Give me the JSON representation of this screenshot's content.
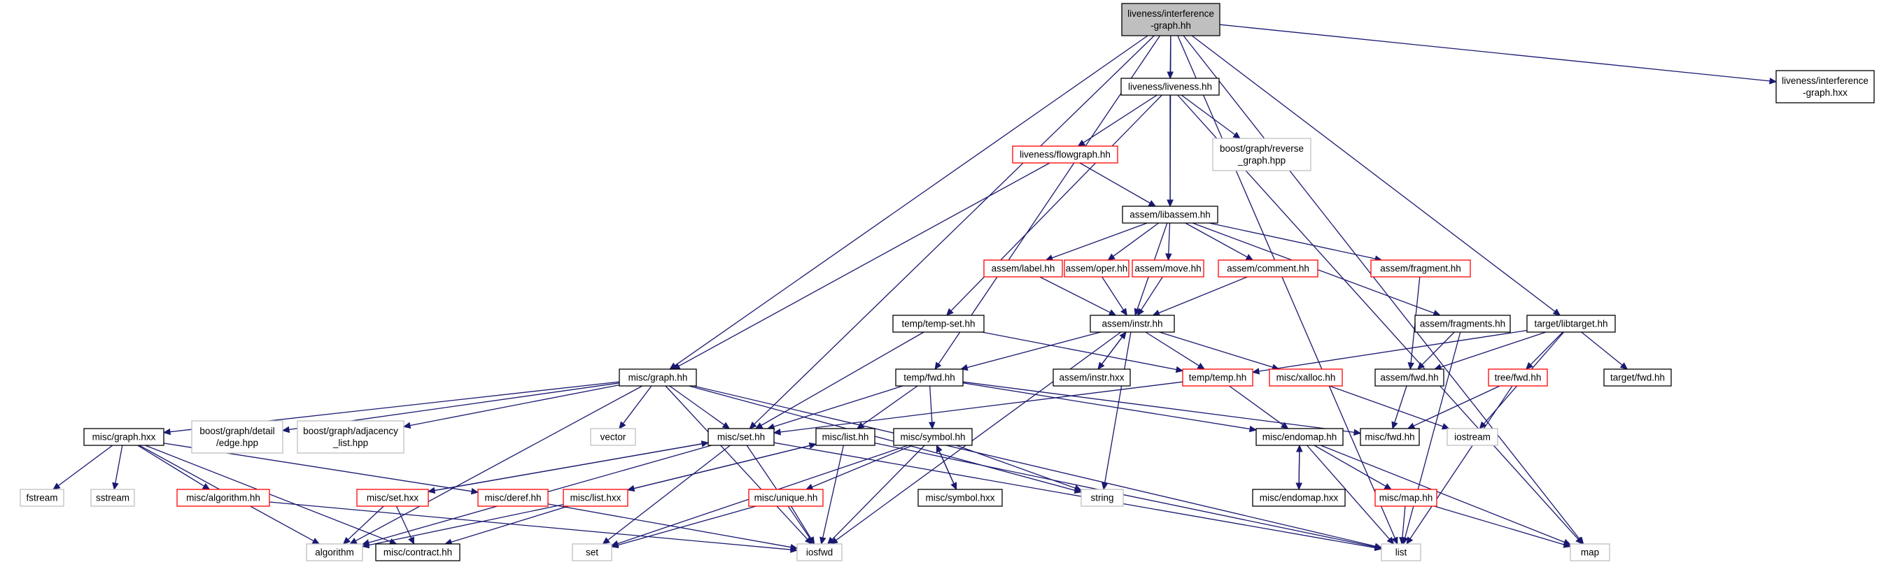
{
  "colors": {
    "edge": "#191970",
    "root_fill": "#bfbfbf",
    "root_border": "#000000",
    "documented_border": "#000000",
    "undocumented_border": "#ff0000",
    "external_border": "#bfbfbf",
    "external_text": "#000000",
    "background": "#ffffff"
  },
  "nodes": [
    {
      "id": "root",
      "lines": [
        "liveness/interference",
        "-graph.hh"
      ],
      "kind": "root"
    },
    {
      "id": "liveness",
      "lines": [
        "liveness/liveness.hh"
      ],
      "kind": "documented"
    },
    {
      "id": "ig_hxx",
      "lines": [
        "liveness/interference",
        "-graph.hxx"
      ],
      "kind": "documented"
    },
    {
      "id": "flowgraph",
      "lines": [
        "liveness/flowgraph.hh"
      ],
      "kind": "incomplete"
    },
    {
      "id": "reverse_graph",
      "lines": [
        "boost/graph/reverse",
        "_graph.hpp"
      ],
      "kind": "external"
    },
    {
      "id": "libassem",
      "lines": [
        "assem/libassem.hh"
      ],
      "kind": "documented"
    },
    {
      "id": "label",
      "lines": [
        "assem/label.hh"
      ],
      "kind": "incomplete"
    },
    {
      "id": "oper",
      "lines": [
        "assem/oper.hh"
      ],
      "kind": "incomplete"
    },
    {
      "id": "move",
      "lines": [
        "assem/move.hh"
      ],
      "kind": "incomplete"
    },
    {
      "id": "comment",
      "lines": [
        "assem/comment.hh"
      ],
      "kind": "incomplete"
    },
    {
      "id": "fragment",
      "lines": [
        "assem/fragment.hh"
      ],
      "kind": "incomplete"
    },
    {
      "id": "temp_set",
      "lines": [
        "temp/temp-set.hh"
      ],
      "kind": "documented"
    },
    {
      "id": "instr",
      "lines": [
        "assem/instr.hh"
      ],
      "kind": "documented"
    },
    {
      "id": "fragments",
      "lines": [
        "assem/fragments.hh"
      ],
      "kind": "documented"
    },
    {
      "id": "libtarget",
      "lines": [
        "target/libtarget.hh"
      ],
      "kind": "documented"
    },
    {
      "id": "misc_graph",
      "lines": [
        "misc/graph.hh"
      ],
      "kind": "documented"
    },
    {
      "id": "temp_fwd",
      "lines": [
        "temp/fwd.hh"
      ],
      "kind": "documented"
    },
    {
      "id": "instr_hxx",
      "lines": [
        "assem/instr.hxx"
      ],
      "kind": "documented"
    },
    {
      "id": "temp_hh",
      "lines": [
        "temp/temp.hh"
      ],
      "kind": "incomplete"
    },
    {
      "id": "xalloc",
      "lines": [
        "misc/xalloc.hh"
      ],
      "kind": "incomplete"
    },
    {
      "id": "assem_fwd",
      "lines": [
        "assem/fwd.hh"
      ],
      "kind": "documented"
    },
    {
      "id": "tree_fwd",
      "lines": [
        "tree/fwd.hh"
      ],
      "kind": "incomplete"
    },
    {
      "id": "target_fwd",
      "lines": [
        "target/fwd.hh"
      ],
      "kind": "documented"
    },
    {
      "id": "graph_hxx",
      "lines": [
        "misc/graph.hxx"
      ],
      "kind": "documented"
    },
    {
      "id": "edge",
      "lines": [
        "boost/graph/detail",
        "/edge.hpp"
      ],
      "kind": "external"
    },
    {
      "id": "adjacency",
      "lines": [
        "boost/graph/adjacency",
        "_list.hpp"
      ],
      "kind": "external"
    },
    {
      "id": "vector",
      "lines": [
        "vector"
      ],
      "kind": "external"
    },
    {
      "id": "misc_set",
      "lines": [
        "misc/set.hh"
      ],
      "kind": "documented"
    },
    {
      "id": "misc_list",
      "lines": [
        "misc/list.hh"
      ],
      "kind": "documented"
    },
    {
      "id": "misc_symbol",
      "lines": [
        "misc/symbol.hh"
      ],
      "kind": "documented"
    },
    {
      "id": "endomap",
      "lines": [
        "misc/endomap.hh"
      ],
      "kind": "documented"
    },
    {
      "id": "misc_fwd",
      "lines": [
        "misc/fwd.hh"
      ],
      "kind": "documented"
    },
    {
      "id": "iostream",
      "lines": [
        "iostream"
      ],
      "kind": "external"
    },
    {
      "id": "fstream",
      "lines": [
        "fstream"
      ],
      "kind": "external"
    },
    {
      "id": "sstream",
      "lines": [
        "sstream"
      ],
      "kind": "external"
    },
    {
      "id": "algorithm_hh",
      "lines": [
        "misc/algorithm.hh"
      ],
      "kind": "incomplete"
    },
    {
      "id": "set_hxx",
      "lines": [
        "misc/set.hxx"
      ],
      "kind": "incomplete"
    },
    {
      "id": "deref",
      "lines": [
        "misc/deref.hh"
      ],
      "kind": "incomplete"
    },
    {
      "id": "list_hxx",
      "lines": [
        "misc/list.hxx"
      ],
      "kind": "incomplete"
    },
    {
      "id": "unique",
      "lines": [
        "misc/unique.hh"
      ],
      "kind": "incomplete"
    },
    {
      "id": "symbol_hxx",
      "lines": [
        "misc/symbol.hxx"
      ],
      "kind": "documented"
    },
    {
      "id": "string",
      "lines": [
        "string"
      ],
      "kind": "external"
    },
    {
      "id": "endomap_hxx",
      "lines": [
        "misc/endomap.hxx"
      ],
      "kind": "documented"
    },
    {
      "id": "misc_map",
      "lines": [
        "misc/map.hh"
      ],
      "kind": "incomplete"
    },
    {
      "id": "algorithm",
      "lines": [
        "algorithm"
      ],
      "kind": "external"
    },
    {
      "id": "contract",
      "lines": [
        "misc/contract.hh"
      ],
      "kind": "documented"
    },
    {
      "id": "set",
      "lines": [
        "set"
      ],
      "kind": "external"
    },
    {
      "id": "iosfwd",
      "lines": [
        "iosfwd"
      ],
      "kind": "external"
    },
    {
      "id": "list",
      "lines": [
        "list"
      ],
      "kind": "external"
    },
    {
      "id": "map",
      "lines": [
        "map"
      ],
      "kind": "external"
    }
  ],
  "edges": [
    [
      "root",
      "liveness"
    ],
    [
      "root",
      "ig_hxx"
    ],
    [
      "root",
      "misc_graph"
    ],
    [
      "root",
      "misc_set"
    ],
    [
      "root",
      "temp_fwd"
    ],
    [
      "root",
      "libassem"
    ],
    [
      "root",
      "libtarget"
    ],
    [
      "root",
      "list"
    ],
    [
      "root",
      "map"
    ],
    [
      "liveness",
      "flowgraph"
    ],
    [
      "liveness",
      "reverse_graph"
    ],
    [
      "liveness",
      "libassem"
    ],
    [
      "liveness",
      "temp_set"
    ],
    [
      "liveness",
      "map"
    ],
    [
      "flowgraph",
      "libassem"
    ],
    [
      "flowgraph",
      "misc_graph"
    ],
    [
      "libassem",
      "label"
    ],
    [
      "libassem",
      "oper"
    ],
    [
      "libassem",
      "move"
    ],
    [
      "libassem",
      "comment"
    ],
    [
      "libassem",
      "fragment"
    ],
    [
      "libassem",
      "instr"
    ],
    [
      "libassem",
      "fragments"
    ],
    [
      "label",
      "instr"
    ],
    [
      "oper",
      "instr"
    ],
    [
      "move",
      "instr"
    ],
    [
      "comment",
      "instr"
    ],
    [
      "fragment",
      "assem_fwd"
    ],
    [
      "fragments",
      "assem_fwd"
    ],
    [
      "fragments",
      "list"
    ],
    [
      "temp_set",
      "misc_set"
    ],
    [
      "temp_set",
      "temp_hh"
    ],
    [
      "instr",
      "instr_hxx"
    ],
    [
      "instr",
      "temp_fwd"
    ],
    [
      "instr",
      "temp_hh"
    ],
    [
      "instr",
      "xalloc"
    ],
    [
      "instr",
      "string"
    ],
    [
      "instr",
      "iosfwd"
    ],
    [
      "instr_hxx",
      "instr"
    ],
    [
      "libtarget",
      "temp_hh"
    ],
    [
      "libtarget",
      "assem_fwd"
    ],
    [
      "libtarget",
      "tree_fwd"
    ],
    [
      "libtarget",
      "target_fwd"
    ],
    [
      "libtarget",
      "iostream"
    ],
    [
      "misc_graph",
      "graph_hxx"
    ],
    [
      "misc_graph",
      "edge"
    ],
    [
      "misc_graph",
      "adjacency"
    ],
    [
      "misc_graph",
      "vector"
    ],
    [
      "misc_graph",
      "misc_set"
    ],
    [
      "misc_graph",
      "string"
    ],
    [
      "misc_graph",
      "iosfwd"
    ],
    [
      "misc_graph",
      "list"
    ],
    [
      "misc_graph",
      "algorithm"
    ],
    [
      "temp_fwd",
      "misc_set"
    ],
    [
      "temp_fwd",
      "misc_list"
    ],
    [
      "temp_fwd",
      "misc_symbol"
    ],
    [
      "temp_fwd",
      "endomap"
    ],
    [
      "temp_fwd",
      "misc_fwd"
    ],
    [
      "temp_hh",
      "misc_set"
    ],
    [
      "temp_hh",
      "endomap"
    ],
    [
      "xalloc",
      "iostream"
    ],
    [
      "assem_fwd",
      "misc_fwd"
    ],
    [
      "tree_fwd",
      "misc_fwd"
    ],
    [
      "tree_fwd",
      "list"
    ],
    [
      "graph_hxx",
      "fstream"
    ],
    [
      "graph_hxx",
      "sstream"
    ],
    [
      "graph_hxx",
      "algorithm_hh"
    ],
    [
      "graph_hxx",
      "deref"
    ],
    [
      "graph_hxx",
      "algorithm"
    ],
    [
      "graph_hxx",
      "contract"
    ],
    [
      "misc_set",
      "set_hxx"
    ],
    [
      "misc_set",
      "iosfwd"
    ],
    [
      "misc_set",
      "set"
    ],
    [
      "misc_set",
      "list"
    ],
    [
      "misc_set",
      "algorithm"
    ],
    [
      "set_hxx",
      "misc_set"
    ],
    [
      "set_hxx",
      "algorithm"
    ],
    [
      "set_hxx",
      "contract"
    ],
    [
      "misc_list",
      "list_hxx"
    ],
    [
      "misc_list",
      "iosfwd"
    ],
    [
      "misc_list",
      "list"
    ],
    [
      "list_hxx",
      "misc_list"
    ],
    [
      "list_hxx",
      "contract"
    ],
    [
      "list_hxx",
      "algorithm"
    ],
    [
      "algorithm_hh",
      "iosfwd"
    ],
    [
      "deref",
      "iosfwd"
    ],
    [
      "misc_symbol",
      "unique"
    ],
    [
      "misc_symbol",
      "symbol_hxx"
    ],
    [
      "misc_symbol",
      "string"
    ],
    [
      "misc_symbol",
      "iosfwd"
    ],
    [
      "misc_symbol",
      "set"
    ],
    [
      "symbol_hxx",
      "misc_symbol"
    ],
    [
      "unique",
      "set"
    ],
    [
      "unique",
      "iosfwd"
    ],
    [
      "endomap",
      "endomap_hxx"
    ],
    [
      "endomap",
      "misc_map"
    ],
    [
      "endomap",
      "list"
    ],
    [
      "endomap",
      "map"
    ],
    [
      "endomap_hxx",
      "endomap"
    ],
    [
      "misc_map",
      "list"
    ],
    [
      "misc_map",
      "map"
    ]
  ]
}
